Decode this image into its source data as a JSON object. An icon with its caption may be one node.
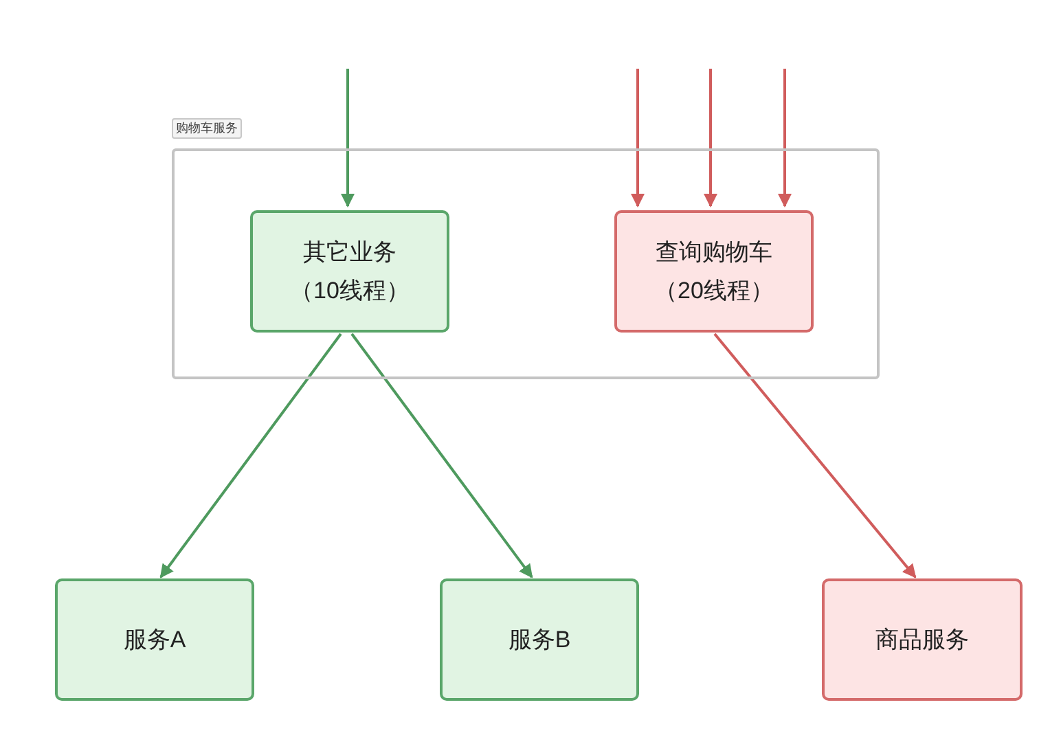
{
  "diagram": {
    "nodes": [
      {
        "text": [
          "购物车服务"
        ]
      },
      {
        "text": [
          "其它业务",
          "（10线程）"
        ],
        "in": 0
      },
      {
        "text": [
          "查询购物车",
          "（20线程）"
        ],
        "in": 0
      },
      {
        "text": [
          "服务A"
        ]
      },
      {
        "text": [
          "服务B"
        ]
      },
      {
        "text": [
          "商品服务"
        ]
      }
    ],
    "edges": [
      {
        "from": null,
        "to": 1,
        "arrow": "to",
        "color": "#4e9a5e"
      },
      {
        "from": null,
        "to": 2,
        "arrow": "to",
        "color": "#d05c5c"
      },
      {
        "from": null,
        "to": 2,
        "arrow": "to",
        "color": "#d05c5c"
      },
      {
        "from": null,
        "to": 2,
        "arrow": "to",
        "color": "#d05c5c"
      },
      {
        "from": 1,
        "to": 3,
        "arrow": "to",
        "color": "#4e9a5e"
      },
      {
        "from": 1,
        "to": 4,
        "arrow": "to",
        "color": "#4e9a5e"
      },
      {
        "from": 2,
        "to": 5,
        "arrow": "to",
        "color": "#d05c5c"
      }
    ]
  }
}
